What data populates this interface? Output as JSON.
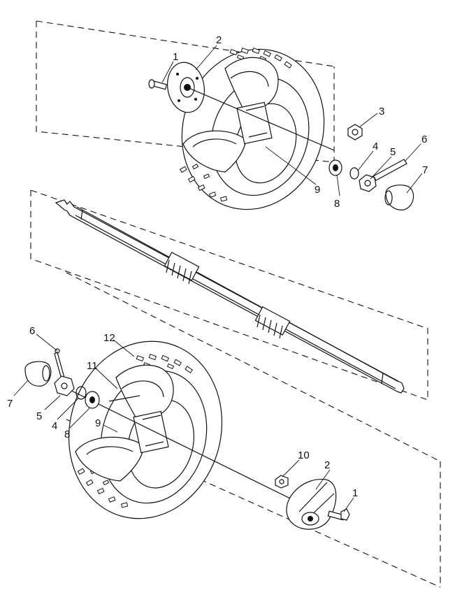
{
  "callouts": {
    "top_1": "1",
    "top_2": "2",
    "top_3": "3",
    "top_4": "4",
    "top_5": "5",
    "top_6": "6",
    "top_7": "7",
    "top_8": "8",
    "top_9": "9",
    "bot_1": "1",
    "bot_2": "2",
    "bot_4": "4",
    "bot_5": "5",
    "bot_6": "6",
    "bot_7": "7",
    "bot_8": "8",
    "bot_9": "9",
    "bot_10": "10",
    "bot_11": "11",
    "bot_12": "12"
  }
}
